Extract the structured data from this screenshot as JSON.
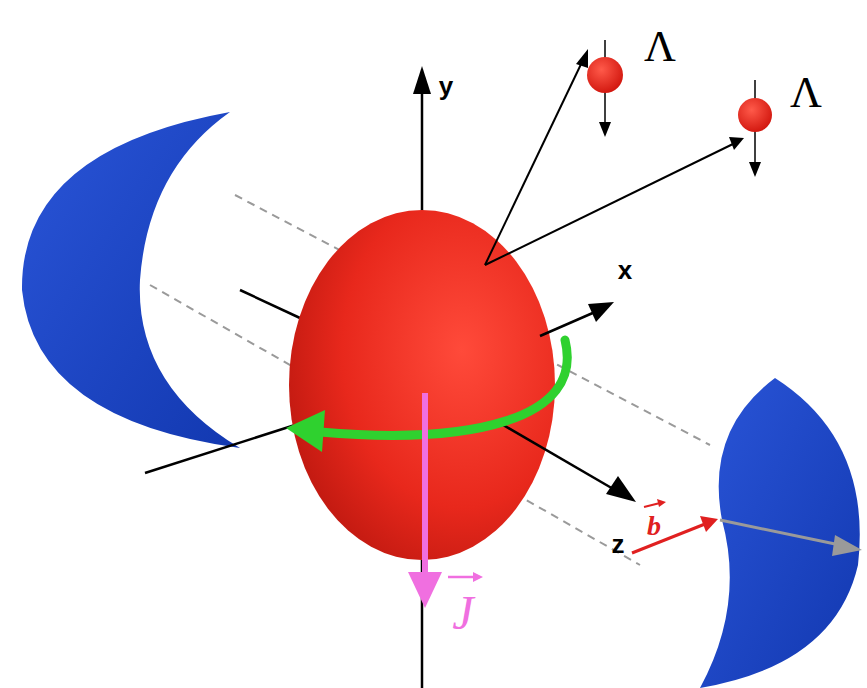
{
  "diagram": {
    "labels": [
      "y",
      "x",
      "z",
      "Λ",
      "Λ",
      "b",
      "J"
    ]
  }
}
